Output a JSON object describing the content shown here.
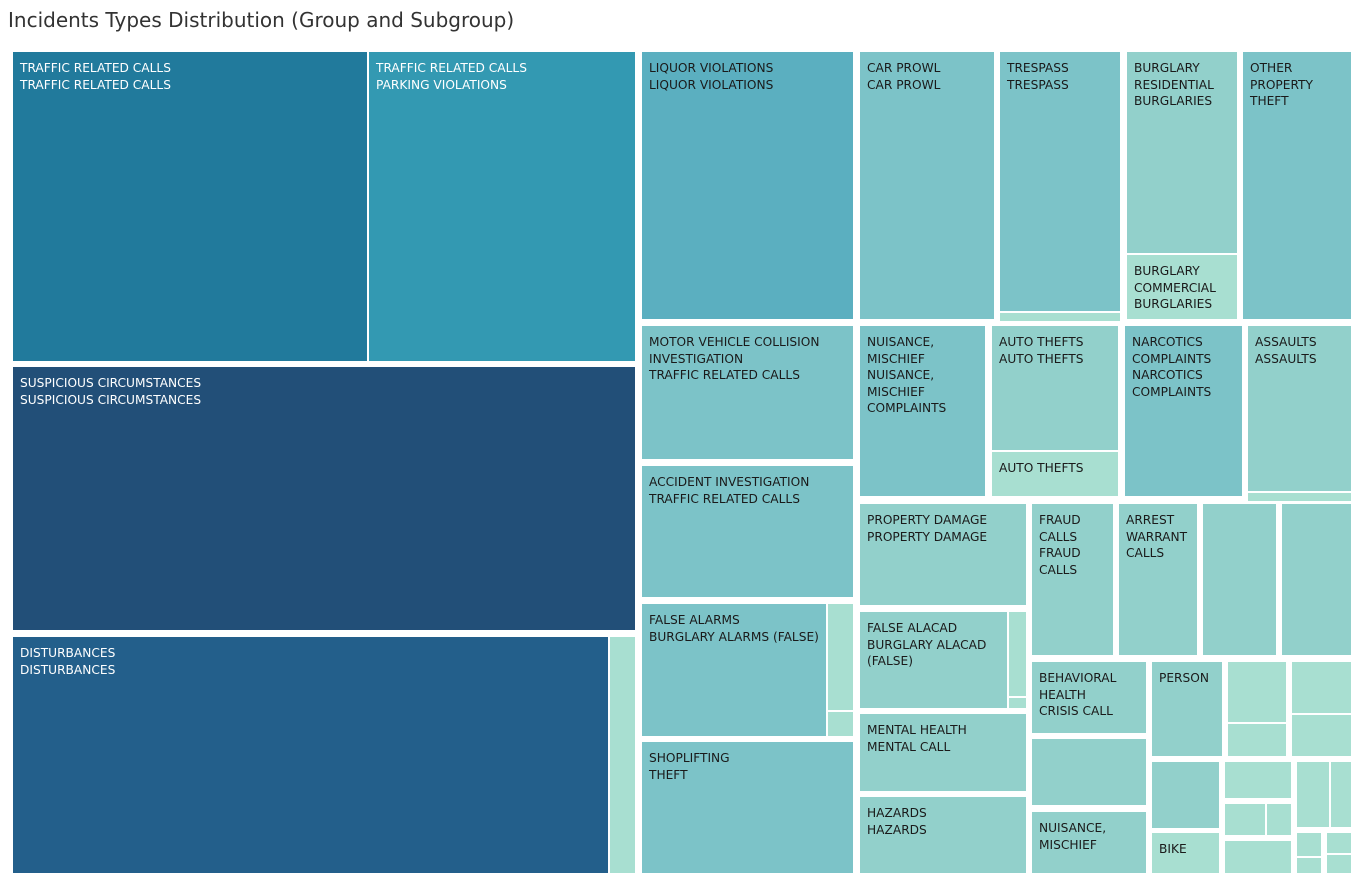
{
  "title": "Incidents Types Distribution (Group and Subgroup)",
  "colors": {
    "darkest": "#224f78",
    "dark": "#235f8b",
    "blue": "#217a9c",
    "teal": "#3399b2",
    "mid": "#5bafc0",
    "light": "#7cc3c8",
    "lighter": "#92d0cb",
    "lightest": "#a8dfd1"
  },
  "chart_data": {
    "type": "treemap",
    "title": "Incidents Types Distribution (Group and Subgroup)",
    "tiles": [
      {
        "id": "traffic-traffic",
        "group": "TRAFFIC RELATED CALLS",
        "subgroup": "TRAFFIC RELATED CALLS",
        "label_lines": [
          "TRAFFIC RELATED CALLS",
          "TRAFFIC RELATED CALLS"
        ],
        "value": 110,
        "color": "blue"
      },
      {
        "id": "traffic-parking",
        "group": "TRAFFIC RELATED CALLS",
        "subgroup": "PARKING VIOLATIONS",
        "label_lines": [
          "TRAFFIC RELATED CALLS",
          "PARKING VIOLATIONS"
        ],
        "value": 83,
        "color": "teal"
      },
      {
        "id": "suspicious",
        "group": "SUSPICIOUS CIRCUMSTANCES",
        "subgroup": "SUSPICIOUS CIRCUMSTANCES",
        "label_lines": [
          "SUSPICIOUS CIRCUMSTANCES",
          "SUSPICIOUS CIRCUMSTANCES"
        ],
        "value": 167,
        "color": "darkest"
      },
      {
        "id": "disturbances",
        "group": "DISTURBANCES",
        "subgroup": "DISTURBANCES",
        "label_lines": [
          "DISTURBANCES",
          "DISTURBANCES"
        ],
        "value": 148,
        "color": "dark"
      },
      {
        "id": "disturbances-small",
        "group": "DISTURBANCES",
        "subgroup": "",
        "label_lines": [],
        "value": 7,
        "color": "lightest"
      },
      {
        "id": "liquor",
        "group": "LIQUOR VIOLATIONS",
        "subgroup": "LIQUOR VIOLATIONS",
        "label_lines": [
          "LIQUOR VIOLATIONS",
          "LIQUOR VIOLATIONS"
        ],
        "value": 58,
        "color": "mid"
      },
      {
        "id": "car-prowl",
        "group": "CAR PROWL",
        "subgroup": "CAR PROWL",
        "label_lines": [
          "CAR PROWL",
          "CAR PROWL"
        ],
        "value": 37,
        "color": "light"
      },
      {
        "id": "trespass",
        "group": "TRESPASS",
        "subgroup": "TRESPASS",
        "label_lines": [
          "TRESPASS",
          "TRESPASS"
        ],
        "value": 32,
        "color": "light"
      },
      {
        "id": "trespass-small",
        "group": "TRESPASS",
        "subgroup": "",
        "label_lines": [],
        "value": 1,
        "color": "lightest"
      },
      {
        "id": "burglary-residential",
        "group": "BURGLARY",
        "subgroup": "RESIDENTIAL BURGLARIES",
        "label_lines": [
          "BURGLARY",
          "RESIDENTIAL",
          "BURGLARIES"
        ],
        "value": 22,
        "color": "lighter"
      },
      {
        "id": "burglary-commercial",
        "group": "BURGLARY",
        "subgroup": "COMMERCIAL BURGLARIES",
        "label_lines": [
          "BURGLARY",
          "COMMERCIAL",
          "BURGLARIES"
        ],
        "value": 7,
        "color": "lightest"
      },
      {
        "id": "other-property",
        "group": "OTHER PROPERTY",
        "subgroup": "THEFT",
        "label_lines": [
          "OTHER",
          "PROPERTY",
          "THEFT"
        ],
        "value": 29,
        "color": "light"
      },
      {
        "id": "mvc",
        "group": "MOTOR VEHICLE COLLISION INVESTIGATION",
        "subgroup": "TRAFFIC RELATED CALLS",
        "label_lines": [
          "MOTOR VEHICLE COLLISION",
          "INVESTIGATION",
          "TRAFFIC RELATED CALLS"
        ],
        "value": 24,
        "color": "light"
      },
      {
        "id": "accident",
        "group": "ACCIDENT INVESTIGATION",
        "subgroup": "TRAFFIC RELATED CALLS",
        "label_lines": [
          "ACCIDENT INVESTIGATION",
          "TRAFFIC RELATED CALLS"
        ],
        "value": 24,
        "color": "light"
      },
      {
        "id": "false-alarms",
        "group": "FALSE ALARMS",
        "subgroup": "BURGLARY ALARMS (FALSE)",
        "label_lines": [
          "FALSE ALARMS",
          "BURGLARY ALARMS (FALSE)"
        ],
        "value": 18,
        "color": "light"
      },
      {
        "id": "false-alarms-small-1",
        "group": "FALSE ALARMS",
        "subgroup": "",
        "label_lines": [],
        "value": 2,
        "color": "lightest"
      },
      {
        "id": "false-alarms-small-2",
        "group": "FALSE ALARMS",
        "subgroup": "",
        "label_lines": [],
        "value": 1,
        "color": "lightest"
      },
      {
        "id": "shoplifting",
        "group": "SHOPLIFTING",
        "subgroup": "THEFT",
        "label_lines": [
          "SHOPLIFTING",
          "THEFT"
        ],
        "value": 23,
        "color": "light"
      },
      {
        "id": "nuisance-complaints",
        "group": "NUISANCE, MISCHIEF",
        "subgroup": "NUISANCE, MISCHIEF COMPLAINTS",
        "label_lines": [
          "NUISANCE,",
          "MISCHIEF",
          "NUISANCE,",
          "MISCHIEF",
          "COMPLAINTS"
        ],
        "value": 17,
        "color": "light"
      },
      {
        "id": "auto-thefts",
        "group": "AUTO THEFTS",
        "subgroup": "AUTO THEFTS",
        "label_lines": [
          "AUTO THEFTS",
          "AUTO THEFTS"
        ],
        "value": 13,
        "color": "lighter"
      },
      {
        "id": "auto-thefts-2",
        "group": "AUTO THEFTS",
        "subgroup": "",
        "label_lines": [
          "AUTO THEFTS"
        ],
        "value": 4,
        "color": "lightest"
      },
      {
        "id": "narcotics",
        "group": "NARCOTICS COMPLAINTS",
        "subgroup": "NARCOTICS COMPLAINTS",
        "label_lines": [
          "NARCOTICS",
          "COMPLAINTS",
          "NARCOTICS",
          "COMPLAINTS"
        ],
        "value": 16,
        "color": "light"
      },
      {
        "id": "assaults",
        "group": "ASSAULTS",
        "subgroup": "ASSAULTS",
        "label_lines": [
          "ASSAULTS",
          "ASSAULTS"
        ],
        "value": 14,
        "color": "lighter"
      },
      {
        "id": "assaults-small",
        "group": "ASSAULTS",
        "subgroup": "",
        "label_lines": [],
        "value": 1,
        "color": "lightest"
      },
      {
        "id": "property-damage",
        "group": "PROPERTY DAMAGE",
        "subgroup": "PROPERTY DAMAGE",
        "label_lines": [
          "PROPERTY DAMAGE",
          "PROPERTY DAMAGE"
        ],
        "value": 13,
        "color": "lighter"
      },
      {
        "id": "false-alacad",
        "group": "FALSE ALACAD",
        "subgroup": "BURGLARY ALACAD (FALSE)",
        "label_lines": [
          "FALSE ALACAD",
          "BURGLARY ALACAD",
          "(FALSE)"
        ],
        "value": 10,
        "color": "lighter"
      },
      {
        "id": "false-alacad-small-1",
        "group": "FALSE ALACAD",
        "subgroup": "",
        "label_lines": [],
        "value": 1,
        "color": "lightest"
      },
      {
        "id": "false-alacad-small-2",
        "group": "FALSE ALACAD",
        "subgroup": "",
        "label_lines": [],
        "value": 1,
        "color": "lightest"
      },
      {
        "id": "mental-health",
        "group": "MENTAL HEALTH",
        "subgroup": "MENTAL CALL",
        "label_lines": [
          "MENTAL HEALTH",
          "MENTAL CALL"
        ],
        "value": 9,
        "color": "lighter"
      },
      {
        "id": "hazards",
        "group": "HAZARDS",
        "subgroup": "HAZARDS",
        "label_lines": [
          "HAZARDS",
          "HAZARDS"
        ],
        "value": 9,
        "color": "lighter"
      },
      {
        "id": "fraud",
        "group": "FRAUD CALLS",
        "subgroup": "FRAUD CALLS",
        "label_lines": [
          "FRAUD",
          "CALLS",
          "FRAUD",
          "CALLS"
        ],
        "value": 8,
        "color": "lighter"
      },
      {
        "id": "arrest",
        "group": "ARREST",
        "subgroup": "WARRANT CALLS",
        "label_lines": [
          "ARREST",
          "WARRANT",
          "CALLS"
        ],
        "value": 7,
        "color": "lighter"
      },
      {
        "id": "unlabeled-1",
        "group": "",
        "subgroup": "",
        "label_lines": [],
        "value": 7,
        "color": "lighter"
      },
      {
        "id": "unlabeled-2",
        "group": "",
        "subgroup": "",
        "label_lines": [],
        "value": 6,
        "color": "lighter"
      },
      {
        "id": "behavioral-health",
        "group": "BEHAVIORAL HEALTH",
        "subgroup": "CRISIS CALL",
        "label_lines": [
          "BEHAVIORAL",
          "HEALTH",
          "CRISIS CALL"
        ],
        "value": 5,
        "color": "lighter"
      },
      {
        "id": "person",
        "group": "PERSON",
        "subgroup": "",
        "label_lines": [
          "PERSON"
        ],
        "value": 4,
        "color": "lighter"
      },
      {
        "id": "unlabeled-3",
        "group": "",
        "subgroup": "",
        "label_lines": [],
        "value": 2,
        "color": "lightest"
      },
      {
        "id": "unlabeled-4",
        "group": "",
        "subgroup": "",
        "label_lines": [],
        "value": 1,
        "color": "lightest"
      },
      {
        "id": "unlabeled-5",
        "group": "",
        "subgroup": "",
        "label_lines": [],
        "value": 2,
        "color": "lightest"
      },
      {
        "id": "unlabeled-6",
        "group": "",
        "subgroup": "",
        "label_lines": [],
        "value": 2,
        "color": "lightest"
      },
      {
        "id": "unlabeled-7",
        "group": "",
        "subgroup": "",
        "label_lines": [],
        "value": 5,
        "color": "lighter"
      },
      {
        "id": "nuisance-mischief",
        "group": "NUISANCE, MISCHIEF",
        "subgroup": "",
        "label_lines": [
          "NUISANCE,",
          "MISCHIEF"
        ],
        "value": 4,
        "color": "lighter"
      },
      {
        "id": "unlabeled-8",
        "group": "",
        "subgroup": "",
        "label_lines": [],
        "value": 3,
        "color": "lighter"
      },
      {
        "id": "bike",
        "group": "BIKE",
        "subgroup": "",
        "label_lines": [
          "BIKE"
        ],
        "value": 2,
        "color": "lightest"
      },
      {
        "id": "unlabeled-9",
        "group": "",
        "subgroup": "",
        "label_lines": [],
        "value": 2,
        "color": "lightest"
      },
      {
        "id": "unlabeled-10",
        "group": "",
        "subgroup": "",
        "label_lines": [],
        "value": 1,
        "color": "lightest"
      },
      {
        "id": "unlabeled-11",
        "group": "",
        "subgroup": "",
        "label_lines": [],
        "value": 1,
        "color": "lightest"
      },
      {
        "id": "unlabeled-12",
        "group": "",
        "subgroup": "",
        "label_lines": [],
        "value": 2,
        "color": "lightest"
      },
      {
        "id": "unlabeled-13",
        "group": "",
        "subgroup": "",
        "label_lines": [],
        "value": 2,
        "color": "lightest"
      },
      {
        "id": "unlabeled-14",
        "group": "",
        "subgroup": "",
        "label_lines": [],
        "value": 1,
        "color": "lightest"
      },
      {
        "id": "unlabeled-15",
        "group": "",
        "subgroup": "",
        "label_lines": [],
        "value": 1,
        "color": "lightest"
      },
      {
        "id": "unlabeled-16",
        "group": "",
        "subgroup": "",
        "label_lines": [],
        "value": 1,
        "color": "lightest"
      },
      {
        "id": "unlabeled-17",
        "group": "",
        "subgroup": "",
        "label_lines": [],
        "value": 1,
        "color": "lightest"
      },
      {
        "id": "unlabeled-18",
        "group": "",
        "subgroup": "",
        "label_lines": [],
        "value": 1,
        "color": "lightest"
      }
    ]
  }
}
